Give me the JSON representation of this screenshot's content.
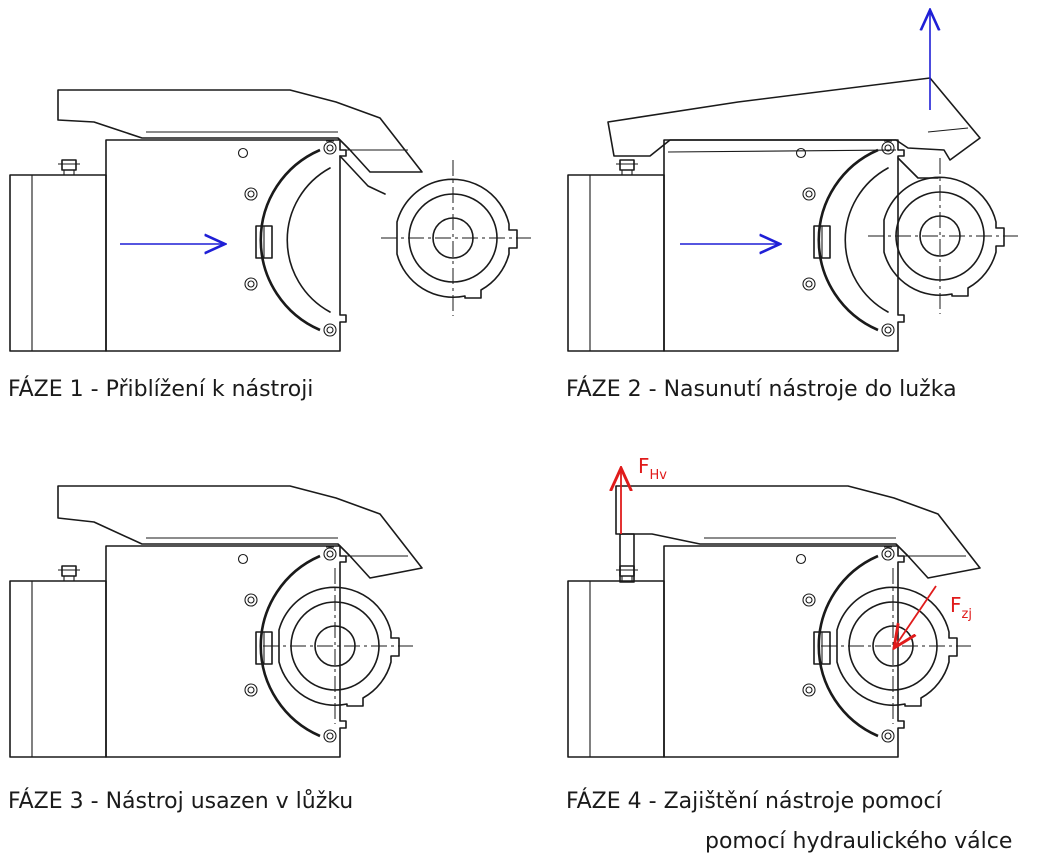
{
  "colors": {
    "line": "#1a1a1a",
    "motion_arrow": "#1f1fd6",
    "force_arrow": "#e01b1b"
  },
  "phases": [
    {
      "caption": "FÁZE 1 - Přiblížení k nástroji"
    },
    {
      "caption": "FÁZE 2 - Nasunutí nástroje do lužka"
    },
    {
      "caption": "FÁZE 3 - Nástroj usazen v lůžku"
    },
    {
      "caption_line1": "FÁZE 4 - Zajištění nástroje pomocí",
      "caption_line2": "pomocí hydraulického válce"
    }
  ],
  "forces": {
    "hv": {
      "symbol": "F",
      "subscript": "Hv"
    },
    "zj": {
      "symbol": "F",
      "subscript": "zj"
    }
  }
}
